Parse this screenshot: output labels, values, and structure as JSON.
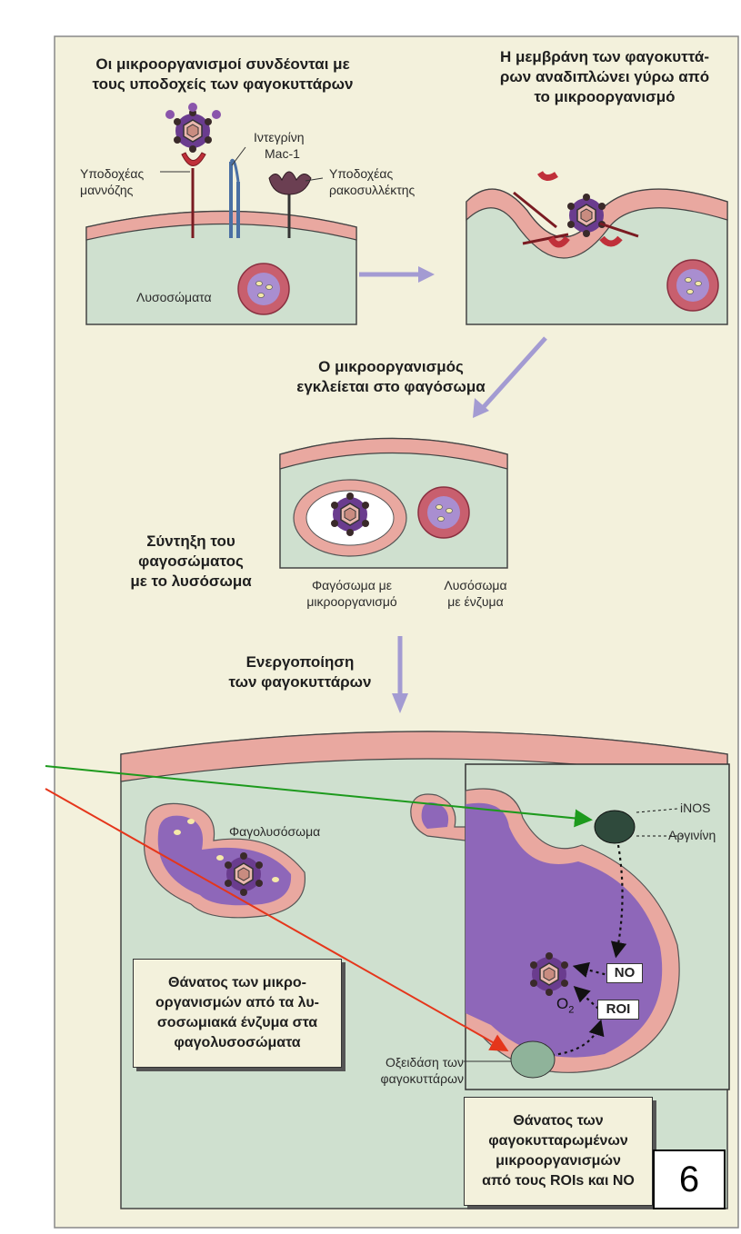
{
  "panel1": {
    "title_line1": "Οι μικροοργανισμοί συνδέονται με",
    "title_line2": "τους υποδοχείς των φαγοκυττάρων",
    "integrin_line1": "Ιντεγρίνη",
    "integrin_line2": "Mac-1",
    "mannose_line1": "Υποδοχέας",
    "mannose_line2": "μαννόζης",
    "scavenger_line1": "Υποδοχέας",
    "scavenger_line2": "ρακοσυλλέκτης",
    "lysosomes": "Λυσοσώματα"
  },
  "panel2": {
    "title_line1": "Η μεμβράνη των φαγοκυττά-",
    "title_line2": "ρων αναδιπλώνει γύρω από",
    "title_line3": "το μικροοργανισμό"
  },
  "panel3": {
    "title_line1": "Ο μικροοργανισμός",
    "title_line2": "εγκλείεται στο φαγόσωμα",
    "fusion_line1": "Σύντηξη του",
    "fusion_line2": "φαγοσώματος",
    "fusion_line3": "με το λυσόσωμα",
    "phagosome_line1": "Φαγόσωμα με",
    "phagosome_line2": "μικροοργανισμό",
    "lysosome_line1": "Λυσόσωμα",
    "lysosome_line2": "με ένζυμα"
  },
  "panel4": {
    "activation_line1": "Ενεργοποίηση",
    "activation_line2": "των φαγοκυττάρων",
    "phagolysosome": "Φαγολυσόσωμα",
    "death1_line1": "Θάνατος των μικρο-",
    "death1_line2": "οργανισμών από τα λυ-",
    "death1_line3": "σοσωμιακά ένζυμα στα",
    "death1_line4": "φαγολυσοσώματα",
    "inos": "iNOS",
    "arginine": "Αργινίνη",
    "no": "NO",
    "roi": "ROI",
    "o2": "O",
    "o2_sub": "2",
    "oxidase_line1": "Οξειδάση των",
    "oxidase_line2": "φαγοκυττάρων",
    "death2_line1": "Θάνατος των",
    "death2_line2": "φαγοκυτταρωμένων",
    "death2_line3": "μικροοργανισμών",
    "death2_line4": "από τους ROIs και NO"
  },
  "slide_number": "6",
  "colors": {
    "frame_bg": "#f3f1dc",
    "cytoplasm": "#cfe0cf",
    "membrane": "#e9a8a0",
    "lysosome_ring": "#c85f6e",
    "lysosome_core": "#a98ed0",
    "phagolysosome": "#8e67b9",
    "inos_enzyme": "#2f4a3c",
    "oxidase_enzyme": "#8fb39a",
    "process_arrow": "#a39bd2",
    "green_pointer": "#1d9a1d",
    "red_pointer": "#e5361b"
  }
}
